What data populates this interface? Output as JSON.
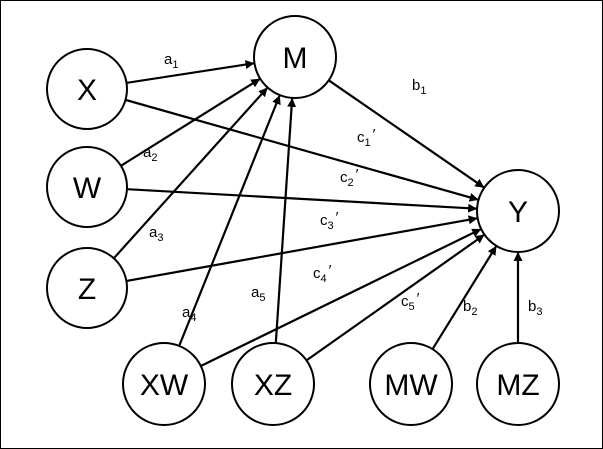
{
  "diagram": {
    "nodes": [
      {
        "id": "X",
        "label": "X"
      },
      {
        "id": "W",
        "label": "W"
      },
      {
        "id": "Z",
        "label": "Z"
      },
      {
        "id": "M",
        "label": "M"
      },
      {
        "id": "Y",
        "label": "Y"
      },
      {
        "id": "XW",
        "label": "XW"
      },
      {
        "id": "XZ",
        "label": "XZ"
      },
      {
        "id": "MW",
        "label": "MW"
      },
      {
        "id": "MZ",
        "label": "MZ"
      }
    ],
    "edges": [
      {
        "from": "X",
        "to": "M",
        "label": "a",
        "sub": "1",
        "prime": ""
      },
      {
        "from": "W",
        "to": "M",
        "label": "a",
        "sub": "2",
        "prime": ""
      },
      {
        "from": "Z",
        "to": "M",
        "label": "a",
        "sub": "3",
        "prime": ""
      },
      {
        "from": "XW",
        "to": "M",
        "label": "a",
        "sub": "4",
        "prime": ""
      },
      {
        "from": "XZ",
        "to": "M",
        "label": "a",
        "sub": "5",
        "prime": ""
      },
      {
        "from": "M",
        "to": "Y",
        "label": "b",
        "sub": "1",
        "prime": ""
      },
      {
        "from": "MW",
        "to": "Y",
        "label": "b",
        "sub": "2",
        "prime": ""
      },
      {
        "from": "MZ",
        "to": "Y",
        "label": "b",
        "sub": "3",
        "prime": ""
      },
      {
        "from": "X",
        "to": "Y",
        "label": "c",
        "sub": "1",
        "prime": "′"
      },
      {
        "from": "W",
        "to": "Y",
        "label": "c",
        "sub": "2",
        "prime": "′"
      },
      {
        "from": "Z",
        "to": "Y",
        "label": "c",
        "sub": "3",
        "prime": "′"
      },
      {
        "from": "XW",
        "to": "Y",
        "label": "c",
        "sub": "4",
        "prime": "′"
      },
      {
        "from": "XZ",
        "to": "Y",
        "label": "c",
        "sub": "5",
        "prime": "′"
      }
    ]
  }
}
